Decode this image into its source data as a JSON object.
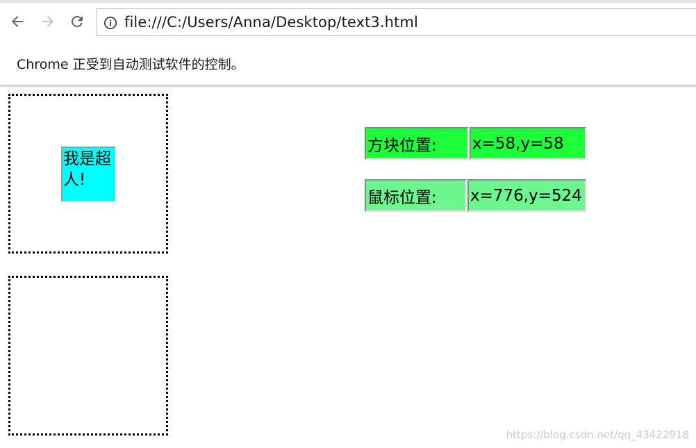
{
  "browser": {
    "url": "file:///C:/Users/Anna/Desktop/text3.html",
    "infobar_message": "Chrome 正受到自动测试软件的控制。",
    "icons": {
      "back": "arrow-left-icon",
      "forward": "arrow-right-icon",
      "reload": "reload-icon",
      "site_info": "info-circle-icon"
    }
  },
  "page": {
    "draggable_block_text": "我是超人!",
    "block_position": {
      "label": "方块位置:",
      "value": "x=58,y=58"
    },
    "mouse_position": {
      "label": "鼠标位置:",
      "value": "x=776,y=524"
    },
    "watermark": "https://blog.csdn.net/qq_43422918"
  },
  "colors": {
    "block_bg": "#00ffff",
    "block_position_bg": "#1dff3a",
    "mouse_position_bg": "#6cf68d"
  }
}
